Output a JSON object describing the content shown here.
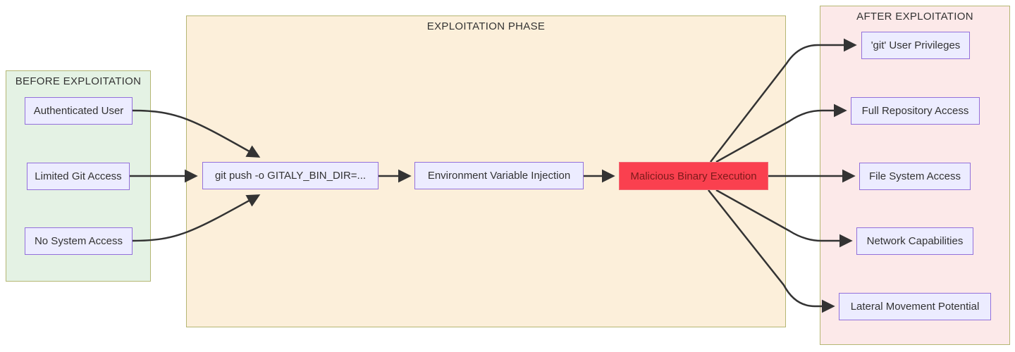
{
  "diagram": {
    "groups": {
      "before": {
        "title": "BEFORE EXPLOITATION"
      },
      "exploitation": {
        "title": "EXPLOITATION PHASE"
      },
      "after": {
        "title": "AFTER EXPLOITATION"
      }
    },
    "nodes": {
      "authenticated_user": {
        "label": "Authenticated User",
        "group": "before"
      },
      "limited_git_access": {
        "label": "Limited Git Access",
        "group": "before"
      },
      "no_system_access": {
        "label": "No System Access",
        "group": "before"
      },
      "git_push_option": {
        "label": "git push -o GITALY_BIN_DIR=...",
        "group": "exploitation"
      },
      "env_var_injection": {
        "label": "Environment Variable Injection",
        "group": "exploitation"
      },
      "malicious_binary_execution": {
        "label": "Malicious Binary Execution",
        "group": "exploitation",
        "emphasis": "danger"
      },
      "git_user_privileges": {
        "label": "'git' User Privileges",
        "group": "after"
      },
      "full_repository_access": {
        "label": "Full Repository Access",
        "group": "after"
      },
      "file_system_access": {
        "label": "File System Access",
        "group": "after"
      },
      "network_capabilities": {
        "label": "Network Capabilities",
        "group": "after"
      },
      "lateral_movement_potential": {
        "label": "Lateral Movement Potential",
        "group": "after"
      }
    },
    "edges": [
      {
        "from": "authenticated_user",
        "to": "git_push_option"
      },
      {
        "from": "limited_git_access",
        "to": "git_push_option"
      },
      {
        "from": "no_system_access",
        "to": "git_push_option"
      },
      {
        "from": "git_push_option",
        "to": "env_var_injection"
      },
      {
        "from": "env_var_injection",
        "to": "malicious_binary_execution"
      },
      {
        "from": "malicious_binary_execution",
        "to": "git_user_privileges"
      },
      {
        "from": "malicious_binary_execution",
        "to": "full_repository_access"
      },
      {
        "from": "malicious_binary_execution",
        "to": "file_system_access"
      },
      {
        "from": "malicious_binary_execution",
        "to": "network_capabilities"
      },
      {
        "from": "malicious_binary_execution",
        "to": "lateral_movement_potential"
      }
    ],
    "colors": {
      "node_fill": "#ececff",
      "node_border": "#9370db",
      "danger_fill": "#fa404f",
      "danger_border": "#f06a75",
      "danger_text": "#7c1a1a",
      "before_fill": "#e4f2e4",
      "exploitation_fill": "#fcefda",
      "after_fill": "#fce9e9",
      "group_border": "#b5b673",
      "arrow": "#333333",
      "text": "#333333",
      "background": "#ffffff"
    }
  }
}
